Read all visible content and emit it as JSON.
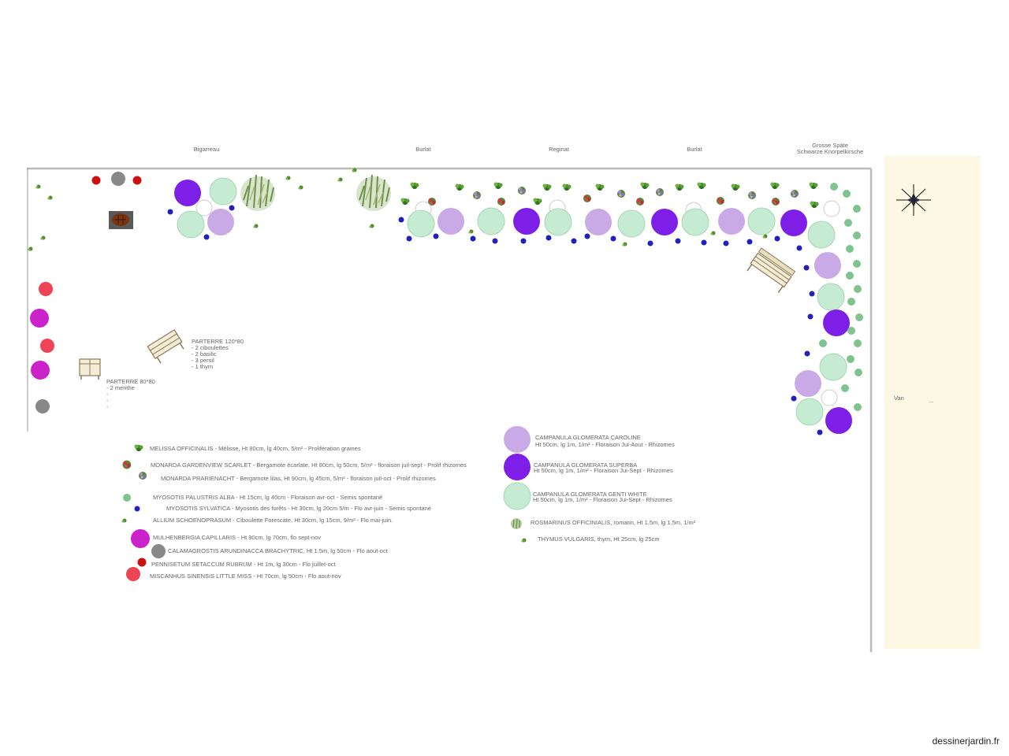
{
  "trees": [
    {
      "label": "Bigarreau"
    },
    {
      "label": "Burlat"
    },
    {
      "label": "Reginat"
    },
    {
      "label": "Burlat"
    },
    {
      "label": "Grosse Späte"
    },
    {
      "label": "Schwarze Knorpelkirsche"
    }
  ],
  "parterres": [
    {
      "title": "PARTERRE 120*80",
      "lines": [
        "- 2 ciboulettes",
        "- 2 basilic",
        "- 3 persil",
        "- 1 thym"
      ]
    },
    {
      "title": "PARTERRE 80*80",
      "lines": [
        "- 2 menthe",
        "-",
        "-",
        "-"
      ]
    }
  ],
  "side_zone": {
    "label": "Van",
    "sublabel": "..."
  },
  "legend_left": [
    {
      "text": "MELISSA OFFICINALIS - Mélisse, Ht 80cm, lg 40cm, 5/m² - Prolifération graines"
    },
    {
      "text": "MONARDA GARDENVIEW SCARLET - Bergamote écarlate, Ht 80cm, lg 50cm, 5/m² - floraison juil-sept  - Prolif rhizomes"
    },
    {
      "text": "MONARDA PRARIENACHT - Bergamote lilas, Ht 90cm, lg 45cm, 5/m² - floraison juil-oct  - Prolif rhizomes"
    },
    {
      "text": "MYOSOTIS PALUSTRIS ALBA - Ht 15cm, lg 40cm - Floraison avr-oct - Semis spontané"
    },
    {
      "text": "MYOSOTIS SYLVATICA - Myosotis des forêts - Ht 30cm, lg 20cm 5/m - Flo avr-juin - Semis spontané"
    },
    {
      "text": "ALLIUM SCHOENOPRASUM - Ciboulette Forescate, Ht 30cm, lg 15cm, 9/m² - Flo mai-juin."
    },
    {
      "text": "MULHENBERGIA CAPILLARIS - Ht 90cm, lg 70cm, flo sept-nov"
    },
    {
      "text": "CALAMAGROSTIS ARUNDINACCA BRACHYTRIC, Ht 1.5m, lg 50cm - Flo aout-oct"
    },
    {
      "text": "PENNISETUM SETACCUM RUBRUM - Ht 1m, lg 30cm - Flo juillet-oct"
    },
    {
      "text": "MISCANHUS SINENSIS LITTLE MISS - Ht 70cm, lg 50cm - Flo aout-nov"
    }
  ],
  "legend_right": [
    {
      "name": "CAMPANULA GLOMERATA CAROLINE",
      "detail": "Ht 50cm, lg 1m, 1/m² - Floraison Jui-Aout - Rhizomes"
    },
    {
      "name": "CAMPANULA GLOMERATA SUPERBA",
      "detail": "Ht 50cm, lg 1m, 1/m² - Floraison Jui-Sept - Rhizomes"
    },
    {
      "name": "CAMPANULA GLOMERATA GENTI WHITE",
      "detail": "Ht 50cm, lg 1m, 1/m² - Floraison Jui-Sept - Rhizomes"
    },
    {
      "name": "ROSMARINUS OFFICINIALIS, romarin, Ht 1.5m, lg 1.5m, 1/m²",
      "detail": ""
    },
    {
      "name": "THYMUS VULGARIS, thym, Ht 25cm, lg 25cm",
      "detail": ""
    }
  ],
  "colors": {
    "campanula_caroline": "#c9a9e6",
    "campanula_superba": "#7d1fe6",
    "campanula_white": "#c5ecd2",
    "myosotis_alba": "#7fc48f",
    "myosotis_sylvatica": "#2222bb",
    "mulhenbergia": "#cc22cc",
    "calamagrostis": "#888888",
    "pennisetum": "#cc1111",
    "miscanthus": "#ee4455",
    "side_zone": "#fdf8e4"
  },
  "credit": "dessinerjardin.fr"
}
